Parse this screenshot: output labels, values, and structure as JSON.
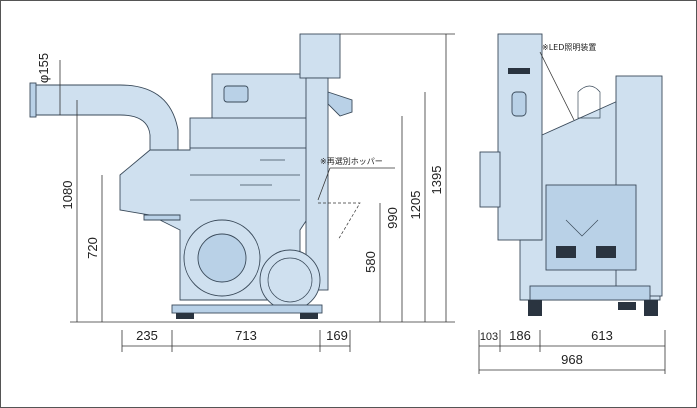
{
  "dimensions": {
    "pipe_diameter": "φ155",
    "height_inlet": "1080",
    "height_hopper_low": "720",
    "height_hopper_mid": "580",
    "height_body": "990",
    "height_top": "1205",
    "height_total": "1395",
    "width_left": "235",
    "width_center": "713",
    "width_right": "169",
    "side_a": "103",
    "side_b": "186",
    "side_c": "613",
    "side_total": "968"
  },
  "notes": {
    "hopper": "※再選別ホッパー",
    "led": "※LED照明装置"
  },
  "colors": {
    "machine_fill": "#cfe0ef",
    "outline": "#3a4a5a"
  }
}
